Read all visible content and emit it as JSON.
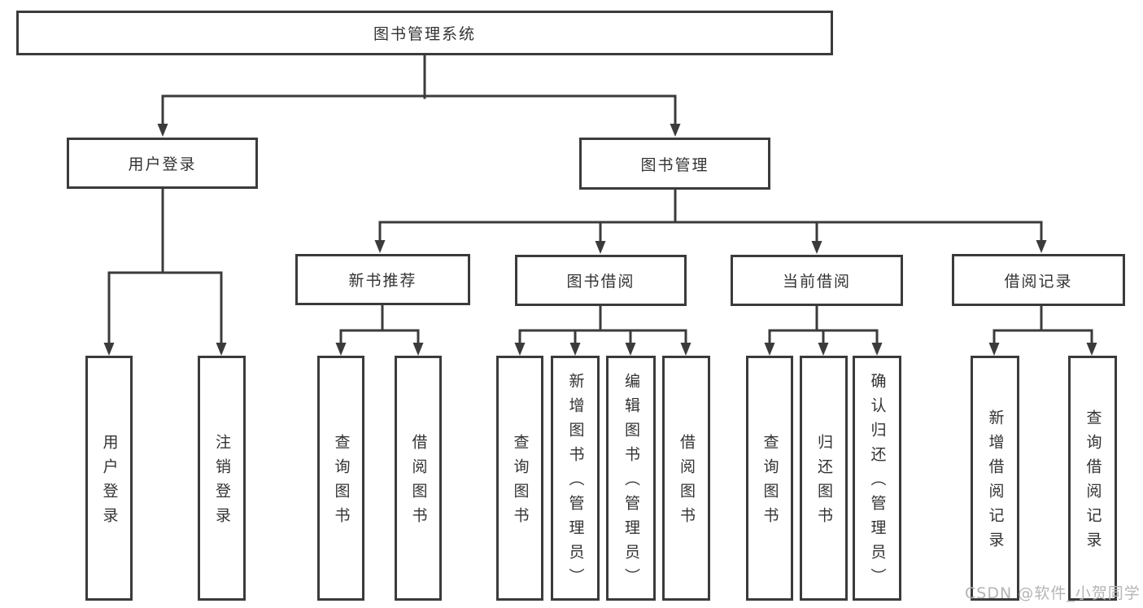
{
  "diagram_title": "图书管理系统",
  "nodes": {
    "root": "图书管理系统",
    "level2": {
      "user_login": "用户登录",
      "book_mgmt": "图书管理"
    },
    "level3": {
      "new_book_rec": "新书推荐",
      "book_borrow": "图书借阅",
      "current_borrow": "当前借阅",
      "borrow_records": "借阅记录"
    },
    "leaves": {
      "user_login_leaf": "用户登录",
      "logout_leaf": "注销登录",
      "nbr_query": "查询图书",
      "nbr_borrow": "借阅图书",
      "bb_query": "查询图书",
      "bb_add": "新增图书（管理员）",
      "bb_edit": "编辑图书（管理员）",
      "bb_borrow": "借阅图书",
      "cb_query": "查询图书",
      "cb_return": "归还图书",
      "cb_confirm": "确认归还（管理员）",
      "br_add": "新增借阅记录",
      "br_query": "查询借阅记录"
    }
  },
  "hierarchy": {
    "图书管理系统": {
      "用户登录": [
        "用户登录",
        "注销登录"
      ],
      "图书管理": {
        "新书推荐": [
          "查询图书",
          "借阅图书"
        ],
        "图书借阅": [
          "查询图书",
          "新增图书（管理员）",
          "编辑图书（管理员）",
          "借阅图书"
        ],
        "当前借阅": [
          "查询图书",
          "归还图书",
          "确认归还（管理员）"
        ],
        "借阅记录": [
          "新增借阅记录",
          "查询借阅记录"
        ]
      }
    }
  },
  "watermark": "CSDN @软件_小贺同学",
  "colors": {
    "line": "#3b3b3b",
    "text": "#333333",
    "background": "#ffffff",
    "watermark": "#b5b5b5"
  }
}
